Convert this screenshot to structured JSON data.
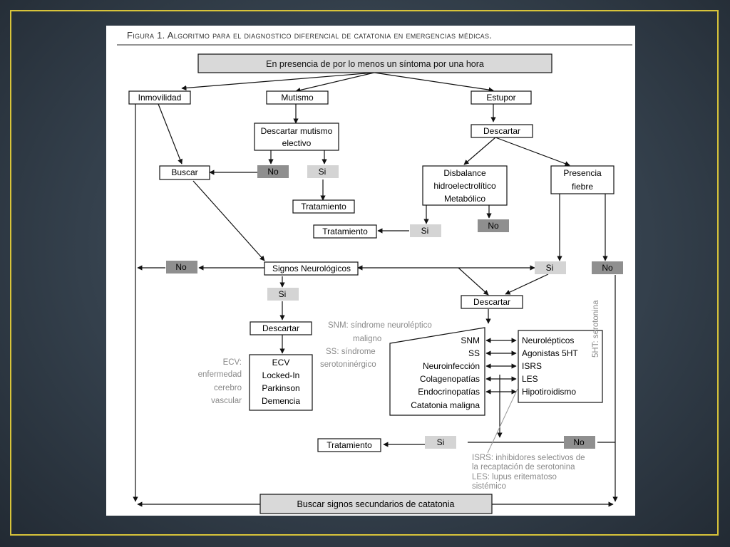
{
  "figure": {
    "title": "Figura 1. Algoritmo para el diagnostico diferencial de catatonia en emergencias médicas.",
    "start": "En presencia de por lo menos un síntoma por una hora",
    "end": "Buscar signos secundarios de catatonia"
  },
  "nodes": {
    "inmovilidad": "Inmovilidad",
    "mutismo": "Mutismo",
    "estupor": "Estupor",
    "descartar_mutismo": [
      "Descartar mutismo",
      "electivo"
    ],
    "buscar": "Buscar",
    "no": "No",
    "si": "Si",
    "tratamiento": "Tratamiento",
    "descartar": "Descartar",
    "disbalance": [
      "Disbalance",
      "hidroelectrolítico",
      "Metabólico"
    ],
    "presencia_fiebre": [
      "Presencia",
      "fiebre"
    ],
    "signos_neurologicos": "Signos Neurológicos",
    "ecv_list": [
      "ECV",
      "Locked-In",
      "Parkinson",
      "Demencia"
    ],
    "diff_list": [
      "SNM",
      "SS",
      "Neuroinfección",
      "Colagenopatías",
      "Endocrinopatías",
      "Catatonia maligna"
    ],
    "drug_list": [
      "Neurolépticos",
      "Agonistas 5HT",
      "ISRS",
      "LES",
      "Hipotiroidismo"
    ]
  },
  "notes": {
    "ecv": [
      "ECV:",
      "enfermedad",
      "cerebro",
      "vascular"
    ],
    "snm": [
      "SNM: síndrome neuroléptico",
      "maligno"
    ],
    "ss": [
      "SS: síndrome",
      "serotoninérgico"
    ],
    "isrs_les": [
      "ISRS: inhibidores selectivos de",
      "la recaptación de serotonina",
      "LES: lupus eritematoso",
      "sistémico"
    ],
    "serotonina": "5HT: serotonina"
  },
  "colors": {
    "frame": "#d8c43a",
    "box_fill_grey": "#cfcfcf",
    "box_fill_dark": "#8f8f8f",
    "note_text": "#8a8a8a"
  }
}
